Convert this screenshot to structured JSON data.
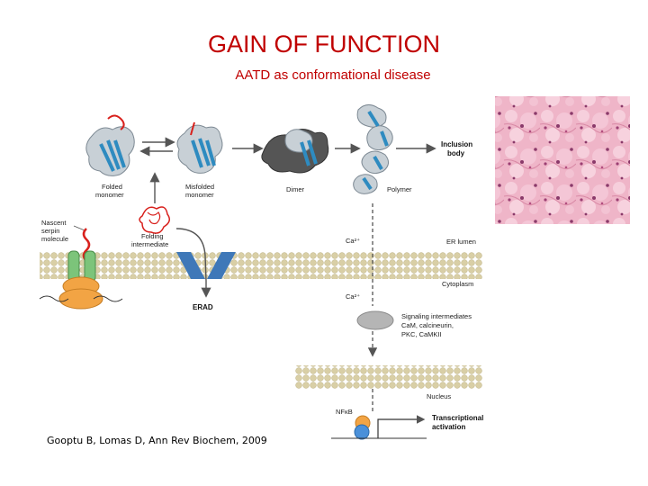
{
  "slide": {
    "title": "GAIN OF FUNCTION",
    "subtitle": "AATD as conformational disease",
    "citation": "Gooptu B, Lomas D, Ann Rev Biochem, 2009"
  },
  "diagram": {
    "labels": {
      "folded_monomer": [
        "Folded",
        "monomer"
      ],
      "misfolded_monomer": [
        "Misfolded",
        "monomer"
      ],
      "dimer": "Dimer",
      "polymer": "Polymer",
      "inclusion_body": [
        "Inclusion",
        "body"
      ],
      "nascent_serpin": [
        "Nascent",
        "serpin",
        "molecule"
      ],
      "folding_intermediate": [
        "Folding",
        "intermediate"
      ],
      "ca_er": "Ca²⁺",
      "er_lumen": "ER lumen",
      "cytoplasm": "Cytoplasm",
      "ca_cyto": "Ca²⁺",
      "erad": "ERAD",
      "signaling": [
        "Signaling intermediates",
        "CaM, calcineurin,",
        "PKC, CaMKII"
      ],
      "nucleus": "Nucleus",
      "nfkb": "NFκB",
      "transcriptional": [
        "Transcriptional",
        "activation"
      ]
    },
    "colors": {
      "title": "#c00000",
      "helix": "#2e8bc0",
      "coil": "#8a9aa6",
      "membrane": "#d9cfa6",
      "ribosome": "#f2a444",
      "channel": "#3f78b8",
      "signal_blob": "#b5b5b5",
      "nfkb_orange": "#f2a444",
      "nfkb_blue": "#4a90d9",
      "histology": "#e9a0b8"
    }
  }
}
